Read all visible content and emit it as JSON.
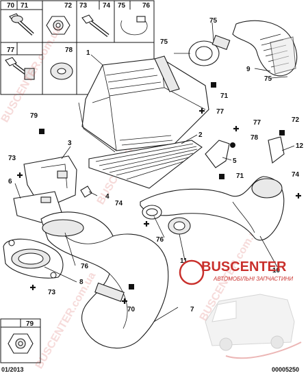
{
  "legend": {
    "top_row": [
      "70",
      "71",
      "72",
      "73",
      "74",
      "75",
      "76"
    ],
    "mid_row": [
      "77",
      "78"
    ],
    "bottom_box": "79"
  },
  "callouts": {
    "c1": "1",
    "c2": "2",
    "c3": "3",
    "c4": "4",
    "c5": "5",
    "c6": "6",
    "c7": "7",
    "c8": "8",
    "c9": "9",
    "c10": "10",
    "c11": "11",
    "c12": "12",
    "c70": "70",
    "c71a": "71",
    "c71b": "71",
    "c72": "72",
    "c73a": "73",
    "c73b": "73",
    "c74a": "74",
    "c74b": "74",
    "c75a": "75",
    "c75b": "75",
    "c75c": "75",
    "c76a": "76",
    "c76b": "76",
    "c77a": "77",
    "c77b": "77",
    "c78": "78",
    "c79": "79"
  },
  "watermark": {
    "brand": "BUSCENTER",
    "subtitle": "АВТОМОБІЛЬНІ ЗАПЧАСТИНИ",
    "color": "#c9302c"
  },
  "footer": {
    "date": "01/2013",
    "code": "00005250"
  }
}
